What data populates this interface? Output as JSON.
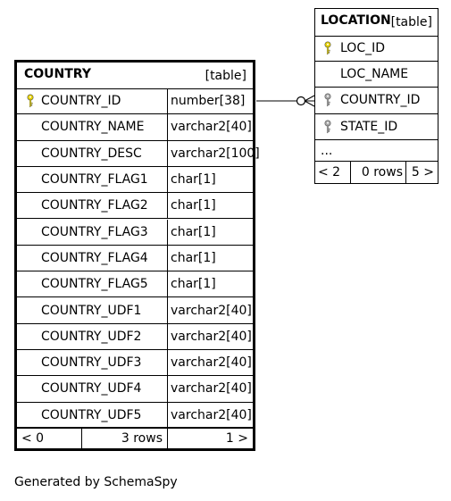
{
  "country": {
    "name": "COUNTRY",
    "kind": "[table]",
    "columns": [
      {
        "name": "COUNTRY_ID",
        "type": "number[38]",
        "key": "primary"
      },
      {
        "name": "COUNTRY_NAME",
        "type": "varchar2[40]",
        "key": ""
      },
      {
        "name": "COUNTRY_DESC",
        "type": "varchar2[100]",
        "key": ""
      },
      {
        "name": "COUNTRY_FLAG1",
        "type": "char[1]",
        "key": ""
      },
      {
        "name": "COUNTRY_FLAG2",
        "type": "char[1]",
        "key": ""
      },
      {
        "name": "COUNTRY_FLAG3",
        "type": "char[1]",
        "key": ""
      },
      {
        "name": "COUNTRY_FLAG4",
        "type": "char[1]",
        "key": ""
      },
      {
        "name": "COUNTRY_FLAG5",
        "type": "char[1]",
        "key": ""
      },
      {
        "name": "COUNTRY_UDF1",
        "type": "varchar2[40]",
        "key": ""
      },
      {
        "name": "COUNTRY_UDF2",
        "type": "varchar2[40]",
        "key": ""
      },
      {
        "name": "COUNTRY_UDF3",
        "type": "varchar2[40]",
        "key": ""
      },
      {
        "name": "COUNTRY_UDF4",
        "type": "varchar2[40]",
        "key": ""
      },
      {
        "name": "COUNTRY_UDF5",
        "type": "varchar2[40]",
        "key": ""
      }
    ],
    "footer": {
      "parents": "< 0",
      "rows": "3 rows",
      "children": "1 >"
    }
  },
  "location": {
    "name": "LOCATION",
    "kind": "[table]",
    "columns": [
      {
        "name": "LOC_ID",
        "key": "primary"
      },
      {
        "name": "LOC_NAME",
        "key": ""
      },
      {
        "name": "COUNTRY_ID",
        "key": "foreign"
      },
      {
        "name": "STATE_ID",
        "key": "foreign"
      }
    ],
    "more": "...",
    "footer": {
      "parents": "< 2",
      "rows": "0 rows",
      "children": "5 >"
    }
  },
  "relationship": {
    "from": "COUNTRY.COUNTRY_ID",
    "to": "LOCATION.COUNTRY_ID"
  },
  "colors": {
    "primary_key": "#e6d200",
    "foreign_key": "#a8a8a8",
    "line": "#000000"
  },
  "footer_note": "Generated by SchemaSpy"
}
